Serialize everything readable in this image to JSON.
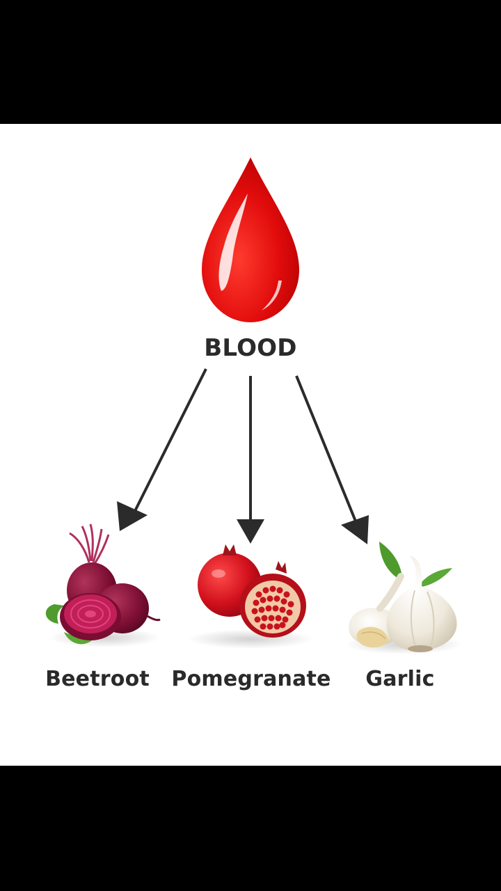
{
  "diagram": {
    "source": {
      "label": "BLOOD",
      "icon": "blood-drop-icon",
      "color": "#e10c0c"
    },
    "targets": [
      {
        "label": "Beetroot",
        "icon": "beetroot-icon",
        "color": "#8e1238"
      },
      {
        "label": "Pomegranate",
        "icon": "pomegranate-icon",
        "color": "#c8111c"
      },
      {
        "label": "Garlic",
        "icon": "garlic-icon",
        "color": "#ece6d8"
      }
    ],
    "arrow_color": "#2b2b2b",
    "background_color": "#ffffff",
    "frame_color": "#000000"
  }
}
